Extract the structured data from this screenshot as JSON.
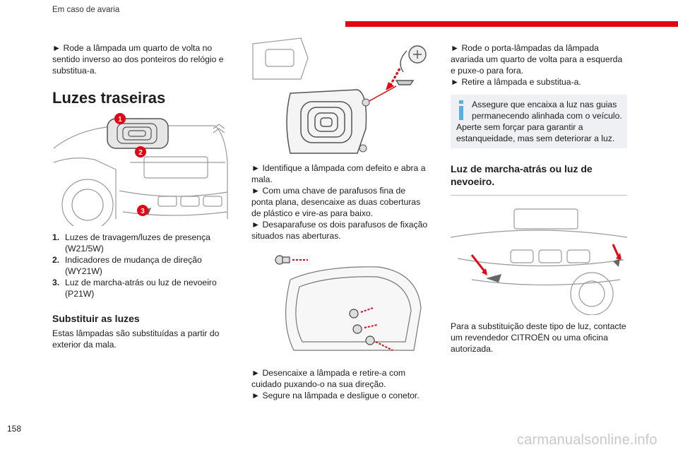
{
  "header": {
    "title": "Em caso de avaria"
  },
  "col1": {
    "intro": "► Rode a lâmpada um quarto de volta no sentido inverso ao dos ponteiros do relógio e substitua-a.",
    "heading": "Luzes traseiras",
    "markers": [
      "1",
      "2",
      "3"
    ],
    "list": [
      {
        "num": "1.",
        "text": "Luzes de travagem/luzes de presença (W21/5W)"
      },
      {
        "num": "2.",
        "text": "Indicadores de mudança de direção (WY21W)"
      },
      {
        "num": "3.",
        "text": "Luz de marcha-atrás ou luz de nevoeiro (P21W)"
      }
    ],
    "subheading": "Substituir as luzes",
    "subtext": "Estas lâmpadas são substituídas a partir do exterior da mala."
  },
  "col2": {
    "para1": "► Identifique a lâmpada com defeito e abra a mala.",
    "para2": "► Com uma chave de parafusos fina de ponta plana, desencaixe as duas coberturas de plástico e vire-as para baixo.",
    "para3": "► Desaparafuse os dois parafusos de fixação situados nas aberturas.",
    "para4": "► Desencaixe a lâmpada e retire-a com cuidado puxando-o na sua direção.",
    "para5": "► Segure na lâmpada e desligue o conetor."
  },
  "col3": {
    "para1": "► Rode o porta-lâmpadas da lâmpada avariada um quarto de volta para a esquerda e puxe-o para fora.",
    "para2": "► Retire a lâmpada e substitua-a.",
    "note1": "Assegure que encaixa a luz nas guias permanecendo alinhada com o veículo.",
    "note2": "Aperte sem forçar para garantir a estanqueidade, mas sem deteriorar a luz.",
    "heading": "Luz de marcha-atrás ou luz de nevoeiro.",
    "para3": "Para a substituição deste tipo de luz, contacte um revendedor CITROËN ou uma oficina autorizada."
  },
  "colors": {
    "accent": "#e30613",
    "note_bg": "#eef0f3",
    "info_icon": "#5aaee0"
  },
  "footer": {
    "page_number": "158",
    "watermark": "carmanualsonline.info"
  }
}
